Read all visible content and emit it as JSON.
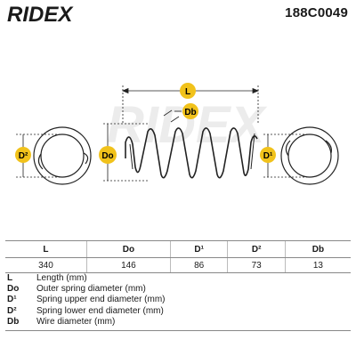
{
  "brand": {
    "name": "RIDEX"
  },
  "header": {
    "part_number": "188C0049"
  },
  "diagram": {
    "labels": {
      "d2": "D²",
      "do": "Do",
      "d1": "D¹",
      "l": "L",
      "db": "Db"
    },
    "colors": {
      "tag_fill": "#f1c21b",
      "line": "#222222",
      "watermark": "#e8e8e8"
    }
  },
  "table": {
    "headers": [
      "L",
      "Do",
      "D¹",
      "D²",
      "Db"
    ],
    "values": [
      "340",
      "146",
      "86",
      "73",
      "13"
    ]
  },
  "legend": [
    {
      "symbol": "L",
      "description": "Length (mm)"
    },
    {
      "symbol": "Do",
      "description": "Outer spring diameter (mm)"
    },
    {
      "symbol": "D¹",
      "description": "Spring upper end diameter (mm)"
    },
    {
      "symbol": "D²",
      "description": "Spring lower end diameter (mm)"
    },
    {
      "symbol": "Db",
      "description": "Wire diameter (mm)"
    }
  ]
}
